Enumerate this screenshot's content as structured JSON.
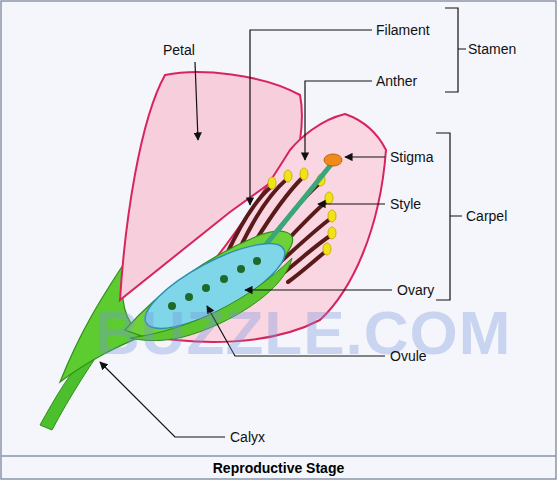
{
  "diagram": {
    "caption": "Reproductive Stage",
    "labels": [
      "Filament",
      "Stamen",
      "Petal",
      "Anther",
      "Stigma",
      "Style",
      "Carpel",
      "Ovary",
      "BUZZLE.COM",
      "Ovule",
      "Calyx"
    ]
  }
}
